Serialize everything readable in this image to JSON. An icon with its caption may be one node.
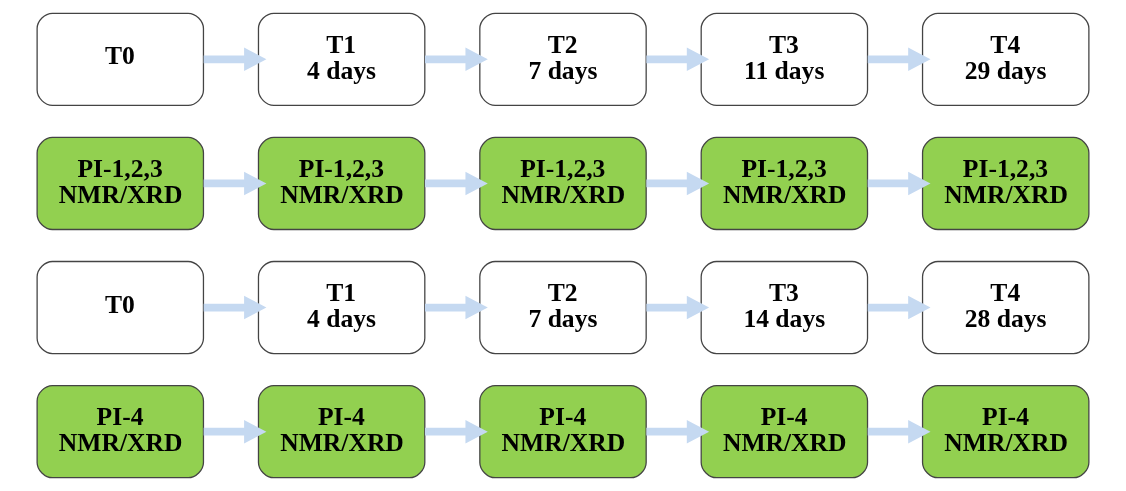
{
  "diagram": {
    "nodes": [
      {
        "text": [
          "T0"
        ]
      },
      {
        "text": [
          "T1",
          "4 days"
        ]
      },
      {
        "text": [
          "T2",
          "7 days"
        ]
      },
      {
        "text": [
          "T3",
          "11 days"
        ]
      },
      {
        "text": [
          "T4",
          "29 days"
        ]
      },
      {
        "text": [
          "PI-1,2,3",
          "NMR/XRD"
        ]
      },
      {
        "text": [
          "PI-1,2,3",
          "NMR/XRD"
        ]
      },
      {
        "text": [
          "PI-1,2,3",
          "NMR/XRD"
        ]
      },
      {
        "text": [
          "PI-1,2,3",
          "NMR/XRD"
        ]
      },
      {
        "text": [
          "PI-1,2,3",
          "NMR/XRD"
        ]
      },
      {
        "text": [
          "T0"
        ]
      },
      {
        "text": [
          "T1",
          "4 days"
        ]
      },
      {
        "text": [
          "T2",
          "7 days"
        ]
      },
      {
        "text": [
          "T3",
          "14 days"
        ]
      },
      {
        "text": [
          "T4",
          "28 days"
        ]
      },
      {
        "text": [
          "PI-4",
          "NMR/XRD"
        ]
      },
      {
        "text": [
          "PI-4",
          "NMR/XRD"
        ]
      },
      {
        "text": [
          "PI-4",
          "NMR/XRD"
        ]
      },
      {
        "text": [
          "PI-4",
          "NMR/XRD"
        ]
      },
      {
        "text": [
          "PI-4",
          "NMR/XRD"
        ]
      }
    ],
    "edges": [
      {
        "from": 0,
        "to": 1,
        "arrow": "to"
      },
      {
        "from": 1,
        "to": 2,
        "arrow": "to"
      },
      {
        "from": 2,
        "to": 3,
        "arrow": "to"
      },
      {
        "from": 3,
        "to": 4,
        "arrow": "to"
      },
      {
        "from": 5,
        "to": 6,
        "arrow": "to"
      },
      {
        "from": 6,
        "to": 7,
        "arrow": "to"
      },
      {
        "from": 7,
        "to": 8,
        "arrow": "to"
      },
      {
        "from": 8,
        "to": 9,
        "arrow": "to"
      },
      {
        "from": 10,
        "to": 11,
        "arrow": "to"
      },
      {
        "from": 11,
        "to": 12,
        "arrow": "to"
      },
      {
        "from": 12,
        "to": 13,
        "arrow": "to"
      },
      {
        "from": 13,
        "to": 14,
        "arrow": "to"
      },
      {
        "from": 15,
        "to": 16,
        "arrow": "to"
      },
      {
        "from": 16,
        "to": 17,
        "arrow": "to"
      },
      {
        "from": 17,
        "to": 18,
        "arrow": "to"
      },
      {
        "from": 18,
        "to": 19,
        "arrow": "to"
      }
    ]
  }
}
